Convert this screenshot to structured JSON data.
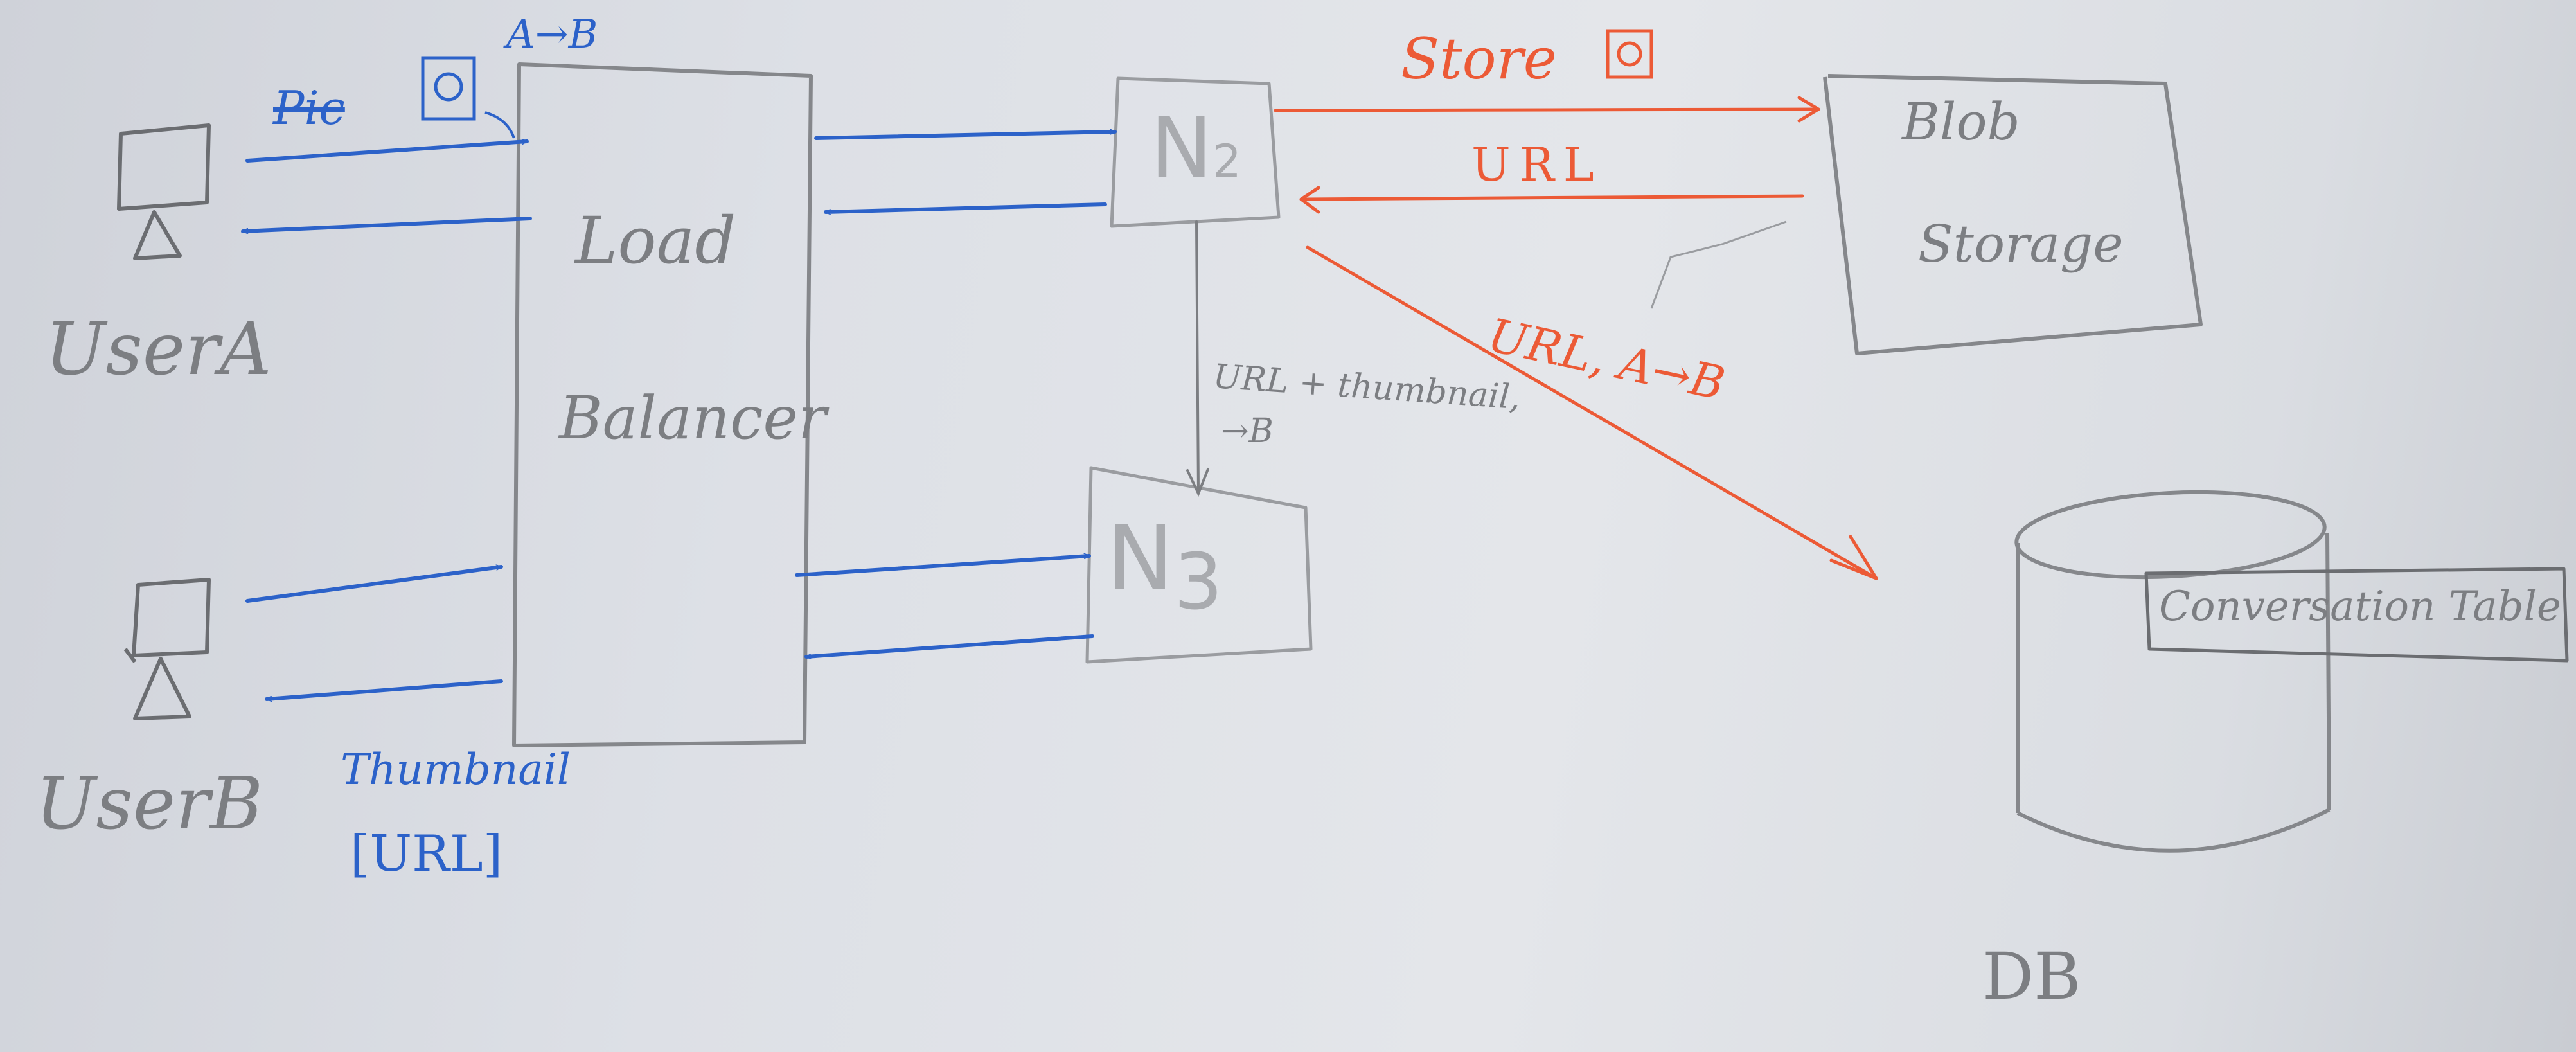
{
  "colors": {
    "pencil": "#85878b",
    "pencil_text": "#7c7e82",
    "blue_ink": "#2c62c9",
    "orange_ink": "#ec5a36",
    "paper": "#e2e4e8"
  },
  "users": {
    "a_label": "UserA",
    "b_label": "UserB"
  },
  "nodes": {
    "load_balancer": {
      "line1": "Load",
      "line2": "Balancer"
    },
    "n2": "N",
    "n2_sub": "2",
    "n3": "N",
    "n3_sub": "3",
    "blob": {
      "line1": "Blob",
      "line2": "Storage"
    },
    "db": "DB",
    "conversation_table": "Conversation Table"
  },
  "labels": {
    "a_to_b_top": "A→B",
    "user_a_send": "Pic",
    "store": "Store",
    "url_back": "URL",
    "url_a_to_b": "URL, A→B",
    "url_thumbnail_line1": "URL + thumbnail,",
    "url_thumbnail_line2": "→B",
    "thumbnail": "Thumbnail",
    "url_bracket": "[URL]"
  },
  "icons": {
    "user_a": "monitor-icon",
    "user_b": "monitor-icon",
    "image_a": "image-icon",
    "image_store": "image-icon"
  }
}
